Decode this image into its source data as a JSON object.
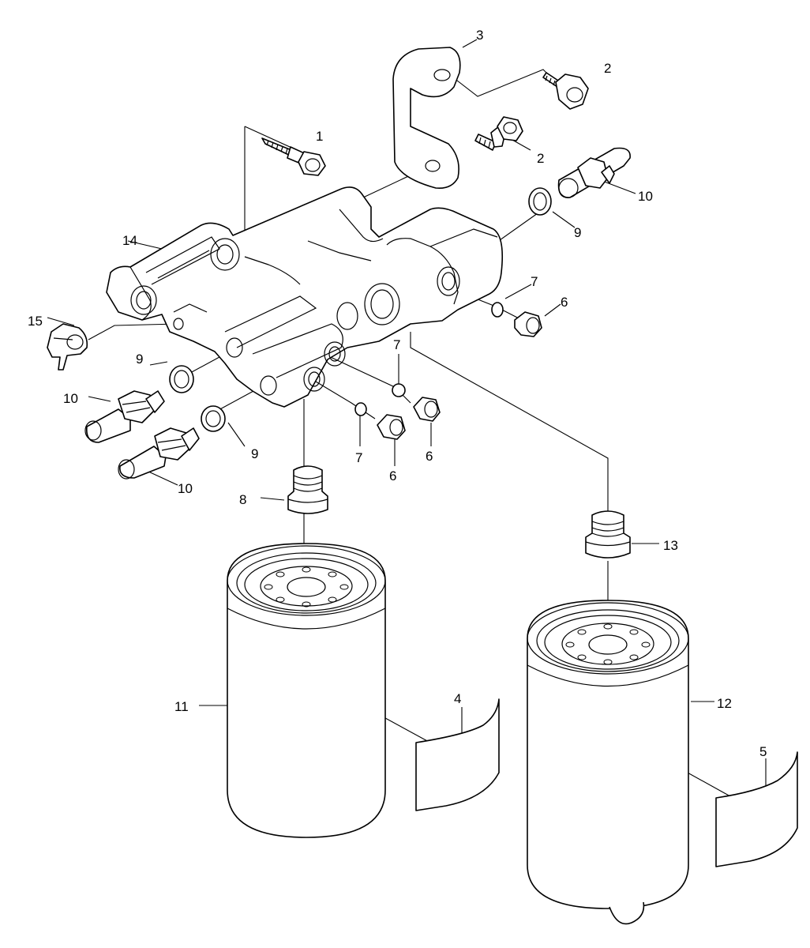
{
  "callouts": [
    "1",
    "2",
    "2",
    "3",
    "4",
    "5",
    "6",
    "6",
    "6",
    "7",
    "7",
    "7",
    "8",
    "9",
    "9",
    "9",
    "10",
    "10",
    "10",
    "11",
    "12",
    "13",
    "14",
    "15"
  ],
  "colors": {
    "line": "#000000",
    "background": "#ffffff"
  }
}
